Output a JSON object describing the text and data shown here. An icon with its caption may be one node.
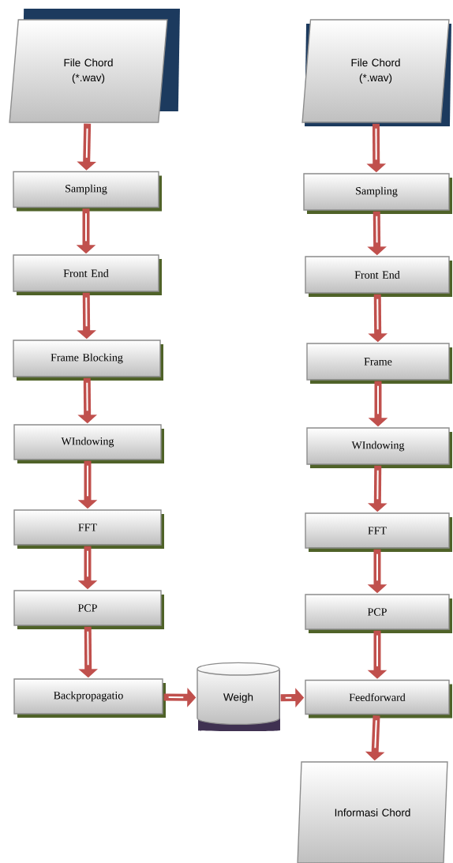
{
  "diagram": {
    "nodes": [
      {
        "text": [
          "File Chord (*.wav)"
        ]
      },
      {
        "text": [
          "Sampling"
        ]
      },
      {
        "text": [
          "Front End"
        ]
      },
      {
        "text": [
          "Frame Blocking"
        ]
      },
      {
        "text": [
          "WIndowing"
        ]
      },
      {
        "text": [
          "FFT"
        ]
      },
      {
        "text": [
          "PCP"
        ]
      },
      {
        "text": [
          "Backpropagatio"
        ]
      },
      {
        "text": [
          "Weigh"
        ]
      },
      {
        "text": [
          "File Chord (*.wav)"
        ]
      },
      {
        "text": [
          "Sampling"
        ]
      },
      {
        "text": [
          "Front End"
        ]
      },
      {
        "text": [
          "Frame"
        ]
      },
      {
        "text": [
          "WIndowing"
        ]
      },
      {
        "text": [
          "FFT"
        ]
      },
      {
        "text": [
          "PCP"
        ]
      },
      {
        "text": [
          "Feedforward"
        ]
      },
      {
        "text": [
          "Informasi Chord"
        ]
      }
    ],
    "edges": [
      {
        "from": 0,
        "to": 1,
        "arrow": "to"
      },
      {
        "from": 1,
        "to": 2,
        "arrow": "to"
      },
      {
        "from": 2,
        "to": 3,
        "arrow": "to"
      },
      {
        "from": 3,
        "to": 4,
        "arrow": "to"
      },
      {
        "from": 4,
        "to": 5,
        "arrow": "to"
      },
      {
        "from": 5,
        "to": 6,
        "arrow": "to"
      },
      {
        "from": 6,
        "to": 7,
        "arrow": "to"
      },
      {
        "from": 7,
        "to": 8,
        "arrow": "to"
      },
      {
        "from": 8,
        "to": 16,
        "arrow": "to"
      },
      {
        "from": 9,
        "to": 10,
        "arrow": "to"
      },
      {
        "from": 10,
        "to": 11,
        "arrow": "to"
      },
      {
        "from": 11,
        "to": 12,
        "arrow": "to"
      },
      {
        "from": 12,
        "to": 13,
        "arrow": "to"
      },
      {
        "from": 13,
        "to": 14,
        "arrow": "to"
      },
      {
        "from": 14,
        "to": 15,
        "arrow": "to"
      },
      {
        "from": 15,
        "to": 16,
        "arrow": "to"
      },
      {
        "from": 16,
        "to": 17,
        "arrow": "to"
      }
    ]
  }
}
